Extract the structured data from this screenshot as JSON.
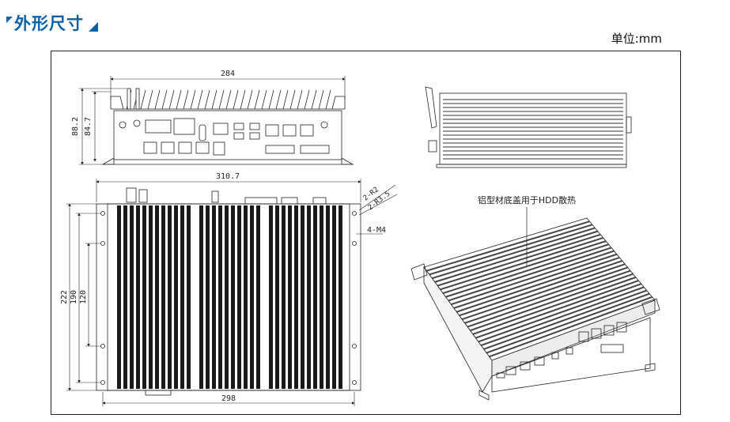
{
  "header": {
    "title": "外形尺寸",
    "unit": "单位:mm"
  },
  "front_view": {
    "width": "284",
    "height_outer": "88.2",
    "height_inner": "84.7"
  },
  "top_view": {
    "total_width": "310.7",
    "mount_width": "298",
    "height_outer": "222",
    "height_mid": "190",
    "height_inner": "120",
    "radius_1": "2-R2",
    "radius_2": "2-R3.5",
    "holes": "4-M4"
  },
  "iso_view": {
    "callout": "铝型材底盖用于HDD散热"
  },
  "colors": {
    "title": "#0d5fa6",
    "line": "#222222",
    "fin_dark": "#1a1a1a"
  }
}
